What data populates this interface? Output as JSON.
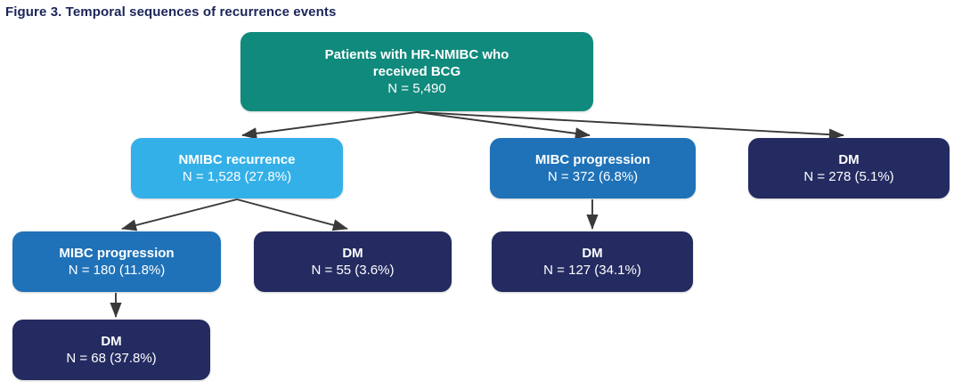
{
  "figure": {
    "title": "Figure 3. Temporal sequences of recurrence events"
  },
  "palette": {
    "teal": "#108a7c",
    "light_blue": "#34b0e8",
    "mid_blue": "#1f72b8",
    "navy": "#242b61",
    "title_color": "#1b2559",
    "arrow_color": "#3a3a3a",
    "background": "#ffffff"
  },
  "nodes": {
    "root": {
      "label_line1": "Patients with HR-NMIBC who",
      "label_line2": "received BCG",
      "count": "N = 5,490"
    },
    "nmibc_recurrence": {
      "label": "NMIBC recurrence",
      "count": "N = 1,528 (27.8%)"
    },
    "mibc_progression": {
      "label": "MIBC progression",
      "count": "N = 372 (6.8%)"
    },
    "dm_direct": {
      "label": "DM",
      "count": "N = 278 (5.1%)"
    },
    "mibc_after_recurrence": {
      "label": "MIBC progression",
      "count": "N = 180 (11.8%)"
    },
    "dm_after_recurrence": {
      "label": "DM",
      "count": "N = 55 (3.6%)"
    },
    "dm_after_progression": {
      "label": "DM",
      "count": "N = 127 (34.1%)"
    },
    "dm_after_mibc": {
      "label": "DM",
      "count": "N = 68 (37.8%)"
    }
  },
  "chart_data": {
    "type": "diagram",
    "title": "Figure 3. Temporal sequences of recurrence events",
    "cohort_total": 5490,
    "nodes": [
      {
        "id": "root",
        "label": "Patients with HR-NMIBC who received BCG",
        "n": 5490,
        "percent": null,
        "color": "#108a7c",
        "level": 0
      },
      {
        "id": "nmibc_recurrence",
        "label": "NMIBC recurrence",
        "n": 1528,
        "percent": 27.8,
        "color": "#34b0e8",
        "level": 1
      },
      {
        "id": "mibc_progression",
        "label": "MIBC progression",
        "n": 372,
        "percent": 6.8,
        "color": "#1f72b8",
        "level": 1
      },
      {
        "id": "dm_direct",
        "label": "DM",
        "n": 278,
        "percent": 5.1,
        "color": "#242b61",
        "level": 1
      },
      {
        "id": "mibc_after_recurrence",
        "label": "MIBC progression",
        "n": 180,
        "percent": 11.8,
        "color": "#1f72b8",
        "level": 2
      },
      {
        "id": "dm_after_recurrence",
        "label": "DM",
        "n": 55,
        "percent": 3.6,
        "color": "#242b61",
        "level": 2
      },
      {
        "id": "dm_after_progression",
        "label": "DM",
        "n": 127,
        "percent": 34.1,
        "color": "#242b61",
        "level": 2
      },
      {
        "id": "dm_after_mibc",
        "label": "DM",
        "n": 68,
        "percent": 37.8,
        "color": "#242b61",
        "level": 3
      }
    ],
    "edges": [
      {
        "from": "root",
        "to": "nmibc_recurrence"
      },
      {
        "from": "root",
        "to": "mibc_progression"
      },
      {
        "from": "root",
        "to": "dm_direct"
      },
      {
        "from": "nmibc_recurrence",
        "to": "mibc_after_recurrence"
      },
      {
        "from": "nmibc_recurrence",
        "to": "dm_after_recurrence"
      },
      {
        "from": "mibc_progression",
        "to": "dm_after_progression"
      },
      {
        "from": "mibc_after_recurrence",
        "to": "dm_after_mibc"
      }
    ]
  }
}
